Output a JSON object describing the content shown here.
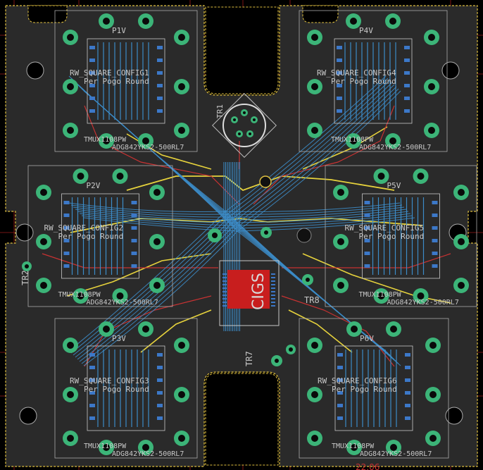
{
  "colors": {
    "background": "#000000",
    "board": "#2a2a2a",
    "outline": "#e0c040",
    "silkscreen": "#c8c8c8",
    "top_copper": "#c83232",
    "bottom_copper": "#3c8cc8",
    "yellow_trace": "#e6d23c",
    "pad_ring": "#3cb478",
    "pad_hole": "#0a0a0a",
    "smd_pad": "#3c78c8",
    "ref_line": "#9a1a1a",
    "chip_fill": "#c81e1e"
  },
  "modules": [
    {
      "ref_label": "P1V",
      "config_label": "RW_SQUARE_CONFIG1",
      "pogo_label": "Per Pogo Round",
      "part_label": "ADG842YKS2-500RL7",
      "mux_label": "TMUX1108PW"
    },
    {
      "ref_label": "P4V",
      "config_label": "RW_SQUARE_CONFIG4",
      "pogo_label": "Per Pogo Round",
      "part_label": "ADG842YKS2-500RL7",
      "mux_label": "TMUX1108PW"
    },
    {
      "ref_label": "P2V",
      "config_label": "RW_SQUARE_CONFIG2",
      "pogo_label": "Per Pogo Round",
      "part_label": "ADG842YKS2-500RL7",
      "mux_label": "TMUX1108PW"
    },
    {
      "ref_label": "P5V",
      "config_label": "RW_SQUARE_CONFIG5",
      "pogo_label": "Per Pogo Round",
      "part_label": "ADG842YKS2-500RL7",
      "mux_label": "TMUX1108PW"
    },
    {
      "ref_label": "P3V",
      "config_label": "RW_SQUARE_CONFIG3",
      "pogo_label": "Per Pogo Round",
      "part_label": "ADG842YKS2-500RL7",
      "mux_label": "TMUX1108PW"
    },
    {
      "ref_label": "P6V",
      "config_label": "RW_SQUARE_CONFIG6",
      "pogo_label": "Per Pogo Round",
      "part_label": "ADG842YKS2-500RL7",
      "mux_label": "TMUX1108PW"
    }
  ],
  "labels": {
    "cigs": "CIGS",
    "tr1": "TR1",
    "tr2": "TR2",
    "tr7": "TR7",
    "tr8": "TR8",
    "footer_partial": "22.06"
  },
  "icons": {
    "mounting_hole": "circle-outline-icon",
    "pogo_pad": "ring-pad-icon",
    "smd_pad": "square-pad-icon"
  }
}
